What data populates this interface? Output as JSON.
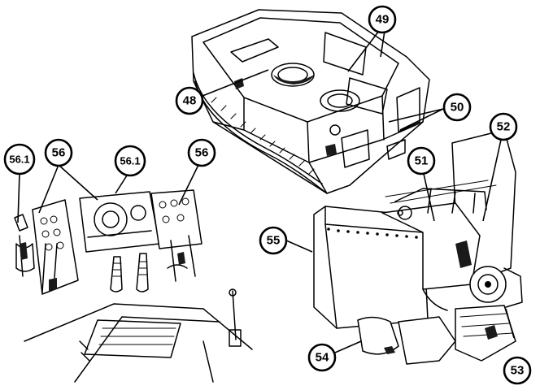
{
  "colors": {
    "ink": "#000000",
    "paper": "#ffffff"
  },
  "callouts": [
    {
      "id": "c48",
      "label": "48"
    },
    {
      "id": "c49",
      "label": "49"
    },
    {
      "id": "c50",
      "label": "50"
    },
    {
      "id": "c51",
      "label": "51"
    },
    {
      "id": "c52",
      "label": "52"
    },
    {
      "id": "c53",
      "label": "53"
    },
    {
      "id": "c54",
      "label": "54"
    },
    {
      "id": "c55",
      "label": "55"
    },
    {
      "id": "c56a",
      "label": "56"
    },
    {
      "id": "c56b",
      "label": "56"
    },
    {
      "id": "c561a",
      "label": "56.1"
    },
    {
      "id": "c561b",
      "label": "56.1"
    }
  ]
}
